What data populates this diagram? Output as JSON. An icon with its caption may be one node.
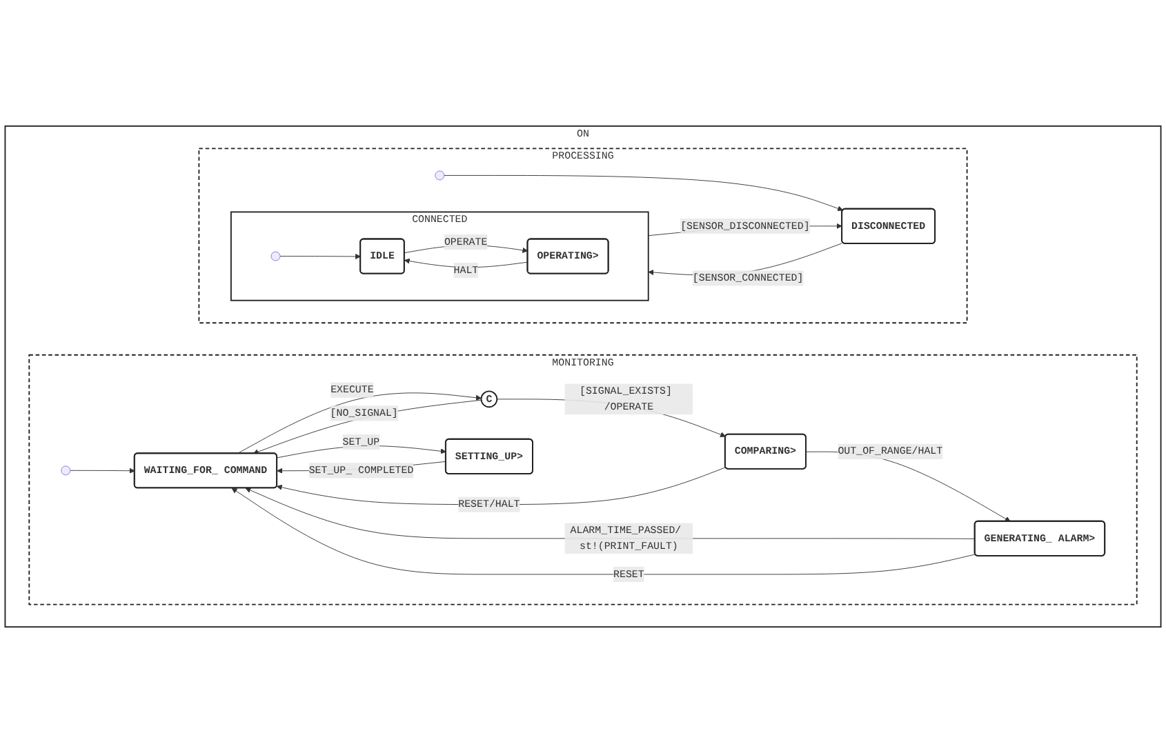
{
  "diagram": {
    "nodes": [
      {
        "text": [
          "ON"
        ]
      },
      {
        "text": [
          "MONITORING"
        ],
        "in": 0
      },
      {
        "text": [],
        "shape": "circle",
        "in": 1
      },
      {
        "text": [
          "WAITING_FOR_ COMMAND"
        ],
        "in": 1
      },
      {
        "text": [
          "C"
        ],
        "in": 1
      },
      {
        "text": [
          "COMPARING>"
        ],
        "in": 1
      },
      {
        "text": [
          "SETTING_UP>"
        ],
        "in": 1
      },
      {
        "text": [
          "GENERATING_ ALARM>"
        ],
        "in": 1
      },
      {
        "text": [
          "PROCESSING"
        ],
        "in": 0
      },
      {
        "text": [],
        "shape": "circle",
        "in": 8
      },
      {
        "text": [
          "DISCONNECTED"
        ],
        "in": 8
      },
      {
        "text": [
          "CONNECTED"
        ],
        "in": 8
      },
      {
        "text": [],
        "shape": "circle",
        "in": 11
      },
      {
        "text": [
          "IDLE"
        ],
        "in": 11
      },
      {
        "text": [
          "OPERATING>"
        ],
        "in": 11
      }
    ],
    "edges": [
      {
        "from": 2,
        "to": 3,
        "arrow": "to"
      },
      {
        "from": 3,
        "to": 4,
        "arrow": "to",
        "label": "EXECUTE"
      },
      {
        "from": 4,
        "to": 3,
        "arrow": "to",
        "label": "[NO_SIGNAL]"
      },
      {
        "from": 4,
        "to": 5,
        "arrow": "to",
        "label": "[SIGNAL_EXISTS] /OPERATE"
      },
      {
        "from": 5,
        "to": 3,
        "arrow": "to",
        "label": "RESET/HALT"
      },
      {
        "from": 5,
        "to": 7,
        "arrow": "to",
        "label": "OUT_OF_RANGE/HALT"
      },
      {
        "from": 3,
        "to": 6,
        "arrow": "to",
        "label": "SET_UP"
      },
      {
        "from": 6,
        "to": 3,
        "arrow": "to",
        "label": "SET_UP_ COMPLETED"
      },
      {
        "from": 7,
        "to": 3,
        "arrow": "to",
        "label": "ALARM_TIME_PASSED/ st!(PRINT_FAULT)"
      },
      {
        "from": 7,
        "to": 3,
        "arrow": "to",
        "label": "RESET"
      },
      {
        "from": 9,
        "to": 10,
        "arrow": "to"
      },
      {
        "from": 10,
        "to": 11,
        "arrow": "to",
        "label": "[SENSOR_CONNECTED]"
      },
      {
        "from": 11,
        "to": 10,
        "arrow": "to",
        "label": "[SENSOR_DISCONNECTED]"
      },
      {
        "from": 12,
        "to": 13,
        "arrow": "to"
      },
      {
        "from": 13,
        "to": 14,
        "arrow": "to",
        "label": "OPERATE"
      },
      {
        "from": 14,
        "to": 13,
        "arrow": "to",
        "label": "HALT"
      }
    ]
  }
}
